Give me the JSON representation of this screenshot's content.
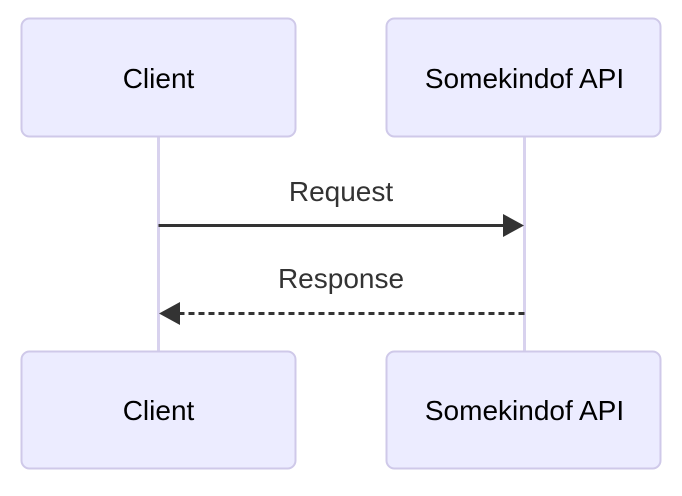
{
  "diagram": {
    "type": "sequence-diagram",
    "participants": [
      {
        "id": "client",
        "label": "Client"
      },
      {
        "id": "api",
        "label": "Somekindof API"
      }
    ],
    "messages": [
      {
        "from": "client",
        "to": "api",
        "label": "Request",
        "line_style": "solid",
        "direction": "right"
      },
      {
        "from": "api",
        "to": "client",
        "label": "Response",
        "line_style": "dashed",
        "direction": "left"
      }
    ],
    "colors": {
      "background": "#ffffff",
      "actor_fill": "#ececff",
      "actor_border": "#cfc9e9",
      "lifeline": "#d8d2ee",
      "arrow": "#333333",
      "actor_text": "#000000",
      "message_text": "#333333"
    }
  }
}
